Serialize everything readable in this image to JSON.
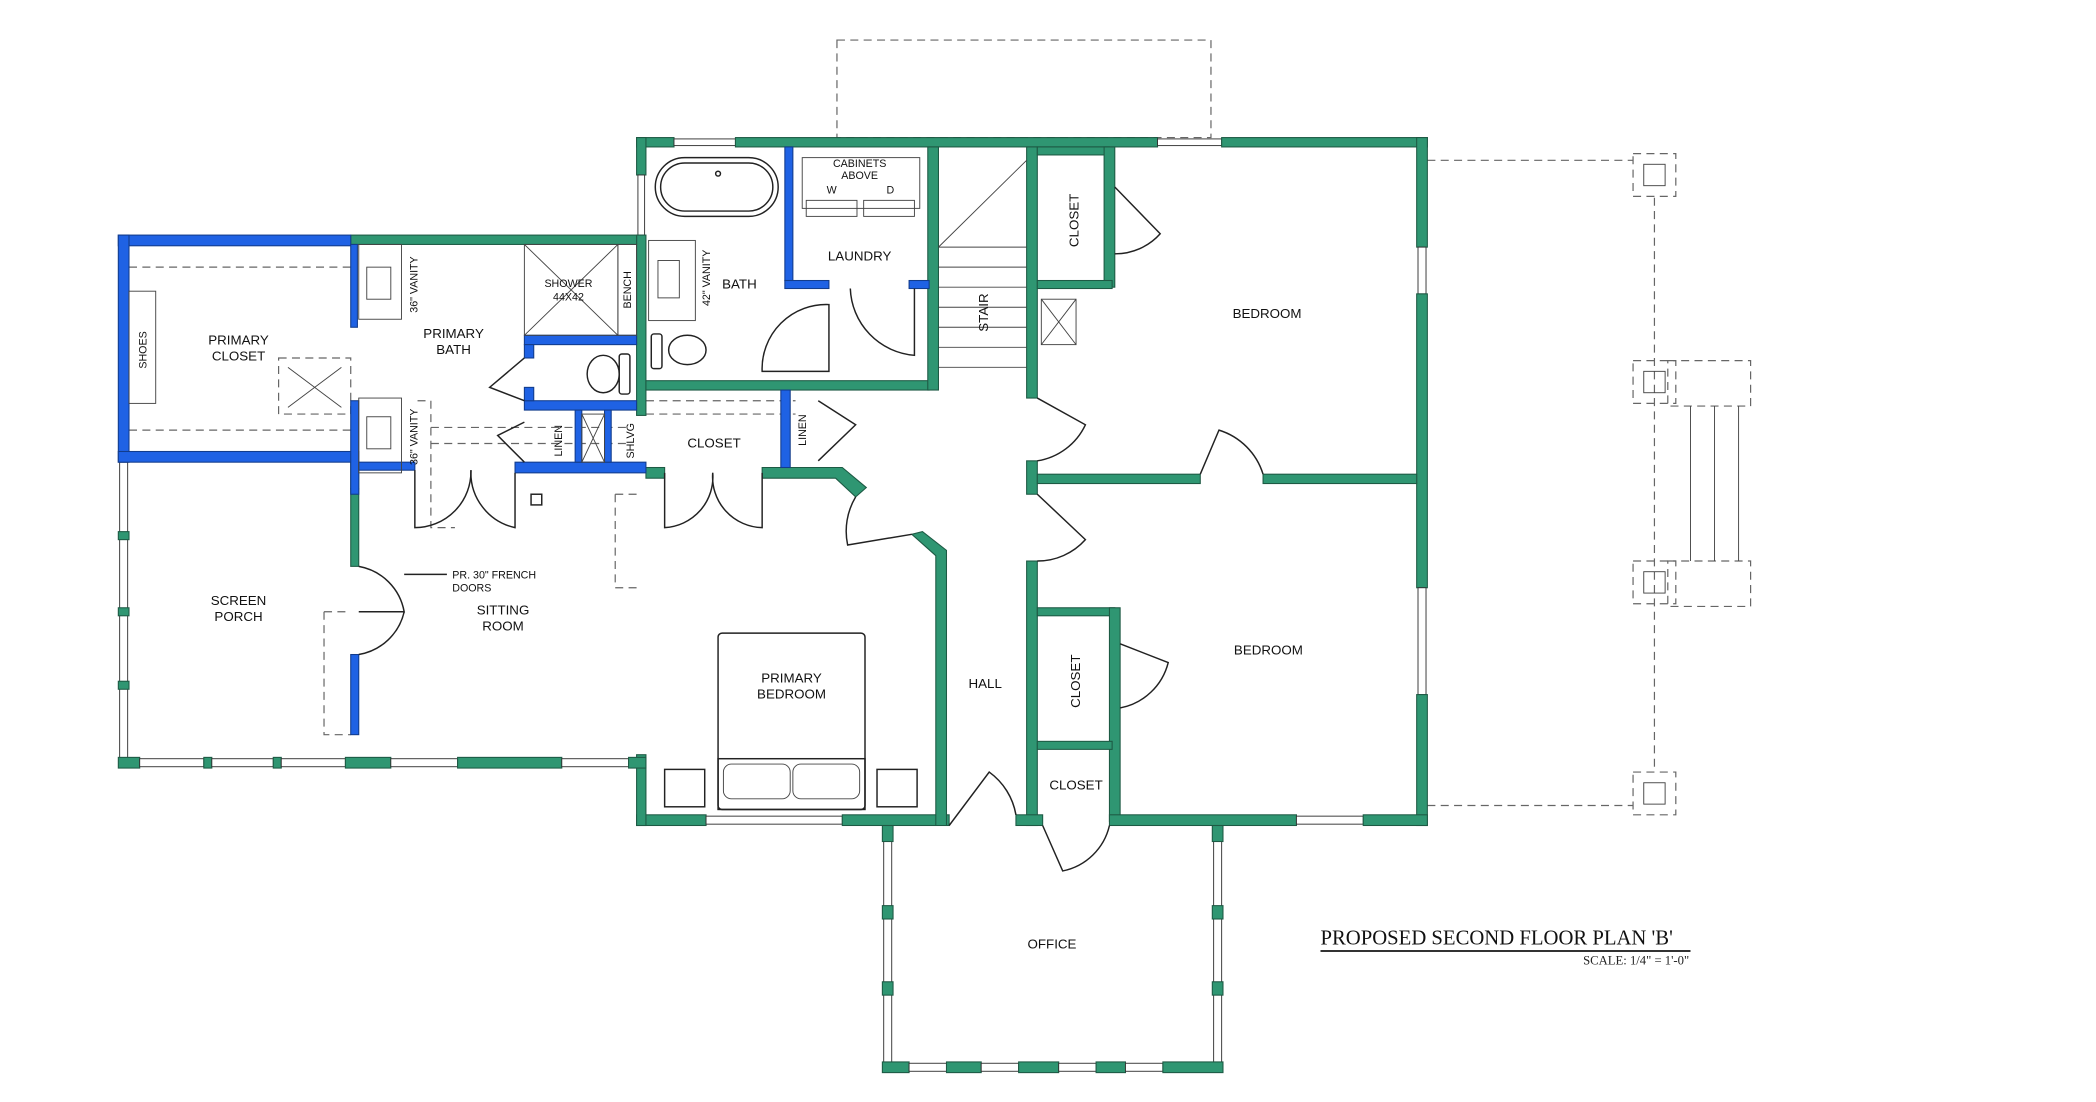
{
  "drawing": {
    "title": "PROPOSED SECOND FLOOR PLAN 'B'",
    "scale": "SCALE: 1/4\" = 1'-0\""
  },
  "rooms": {
    "primary_closet": [
      "PRIMARY",
      "CLOSET"
    ],
    "shoes": "SHOES",
    "primary_bath": [
      "PRIMARY",
      "BATH"
    ],
    "vanity_36_top": "36\" VANITY",
    "vanity_36_bottom": "36\" VANITY",
    "shower": [
      "SHOWER",
      "44X42"
    ],
    "bench": "BENCH",
    "bath": "BATH",
    "vanity_42": "42\" VANITY",
    "cabinets": [
      "CABINETS",
      "ABOVE"
    ],
    "washer": "W",
    "dryer": "D",
    "laundry": "LAUNDRY",
    "stair": "STAIR",
    "closet_top_right": "CLOSET",
    "bedroom_1": "BEDROOM",
    "bedroom_2": "BEDROOM",
    "linen_1": "LINEN",
    "shlvg": "SHLVG",
    "closet_mid": "CLOSET",
    "linen_2": "LINEN",
    "screen_porch": [
      "SCREEN",
      "PORCH"
    ],
    "french_doors_note": [
      "PR. 30\" FRENCH",
      "DOORS"
    ],
    "sitting_room": [
      "SITTING",
      "ROOM"
    ],
    "primary_bedroom": [
      "PRIMARY",
      "BEDROOM"
    ],
    "hall": "HALL",
    "closet_right_mid": "CLOSET",
    "closet_right_low": "CLOSET",
    "office": "OFFICE"
  },
  "colors": {
    "existing_wall": "#2f9672",
    "new_wall": "#1f62e4"
  }
}
